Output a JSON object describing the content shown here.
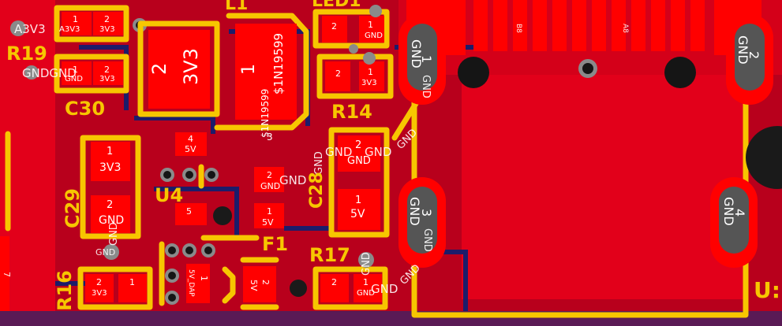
{
  "designators": {
    "r19": "R19",
    "c30": "C30",
    "l1": "L1",
    "led": "LED1",
    "r14": "R14",
    "c29": "C29",
    "u4": "U4",
    "c28": "C28",
    "f1": "F1",
    "r16": "R16",
    "r17": "R17",
    "u_right": "U:"
  },
  "nets": {
    "a3v3": "A3V3",
    "v3v3": "3V3",
    "gnd": "GND",
    "gndgnd": "GNDGND",
    "v5": "5V",
    "v5dap": "5V_DAP",
    "diode": "$1N19599"
  },
  "pins": {
    "p1": "1",
    "p2": "2",
    "p3": "3",
    "p4": "4",
    "p5": "5"
  },
  "connector": {
    "b8": "B8",
    "a8": "A8"
  },
  "misc": {
    "seven": "7"
  },
  "colors": {
    "board": "#b8001c",
    "copper": "#ff0000",
    "silkscreen": "#f7c600",
    "via_ring": "#8a8a8a"
  }
}
